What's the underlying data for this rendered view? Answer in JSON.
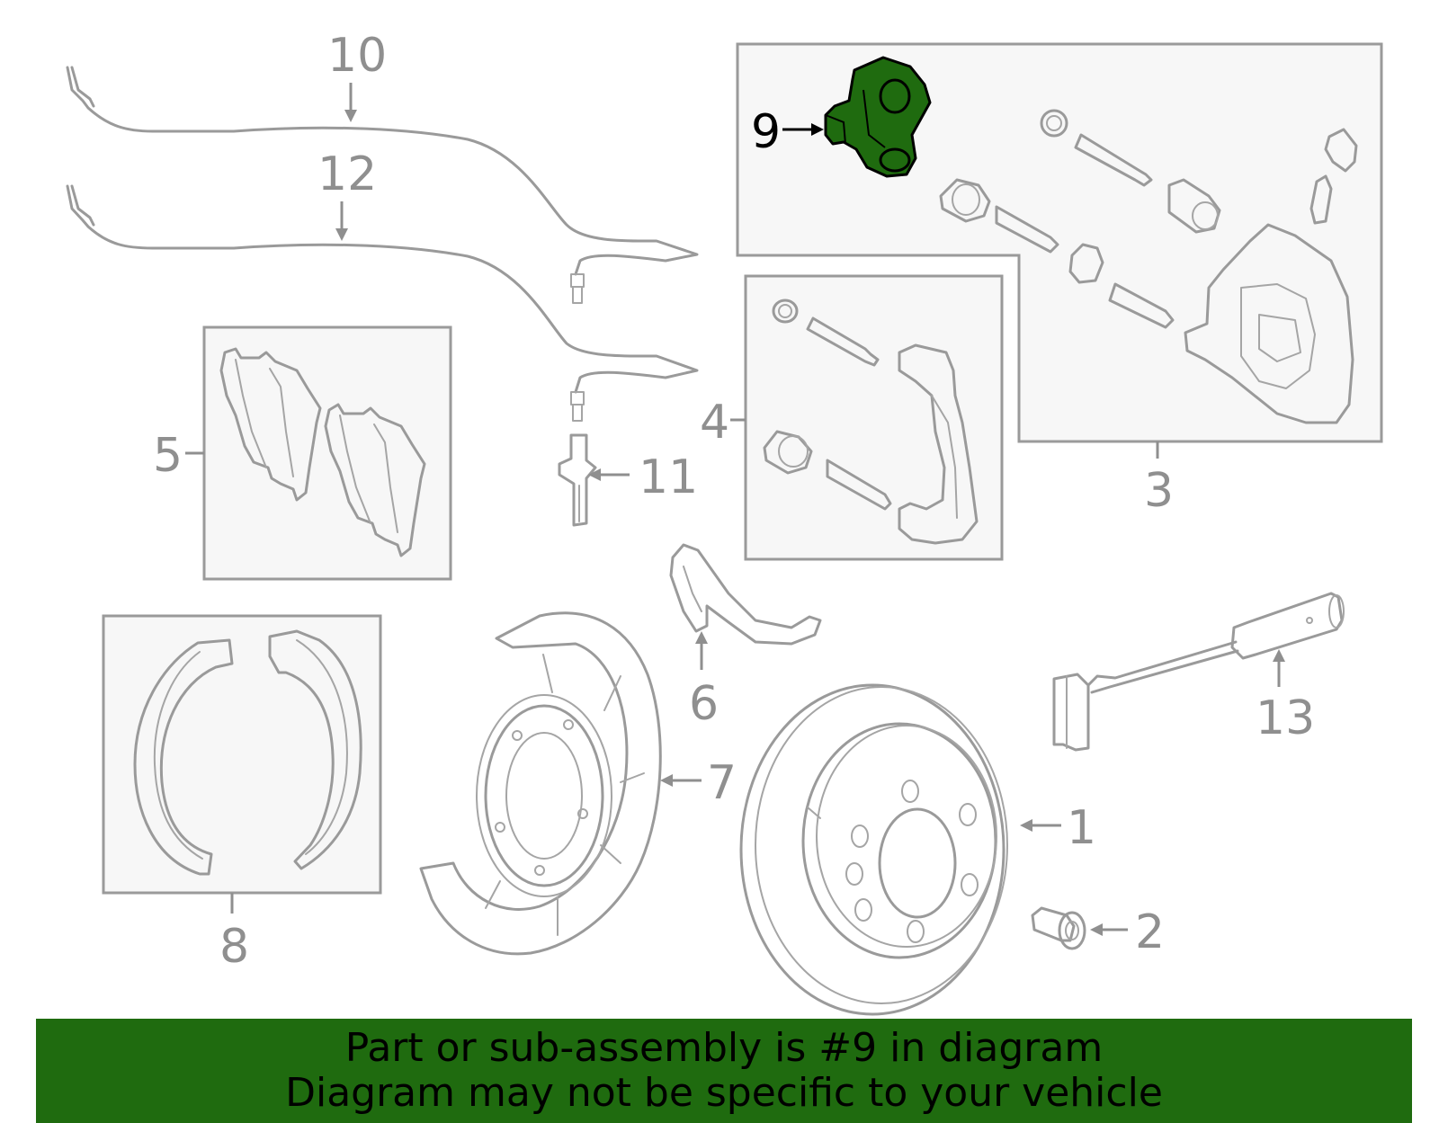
{
  "diagram": {
    "callouts": {
      "c1": "1",
      "c2": "2",
      "c3": "3",
      "c4": "4",
      "c5": "5",
      "c6": "6",
      "c7": "7",
      "c8": "8",
      "c9": "9",
      "c10": "10",
      "c11": "11",
      "c12": "12",
      "c13": "13"
    },
    "highlighted_part": "9",
    "colors": {
      "highlight_fill": "#1f6b0f",
      "banner_bg": "#1f6b0f",
      "line_gray": "#9a9a9a",
      "box_fill": "#f7f7f7"
    }
  },
  "banner": {
    "line1": "Part or sub-assembly is #9 in diagram",
    "line2": "Diagram may not be specific to your vehicle"
  }
}
